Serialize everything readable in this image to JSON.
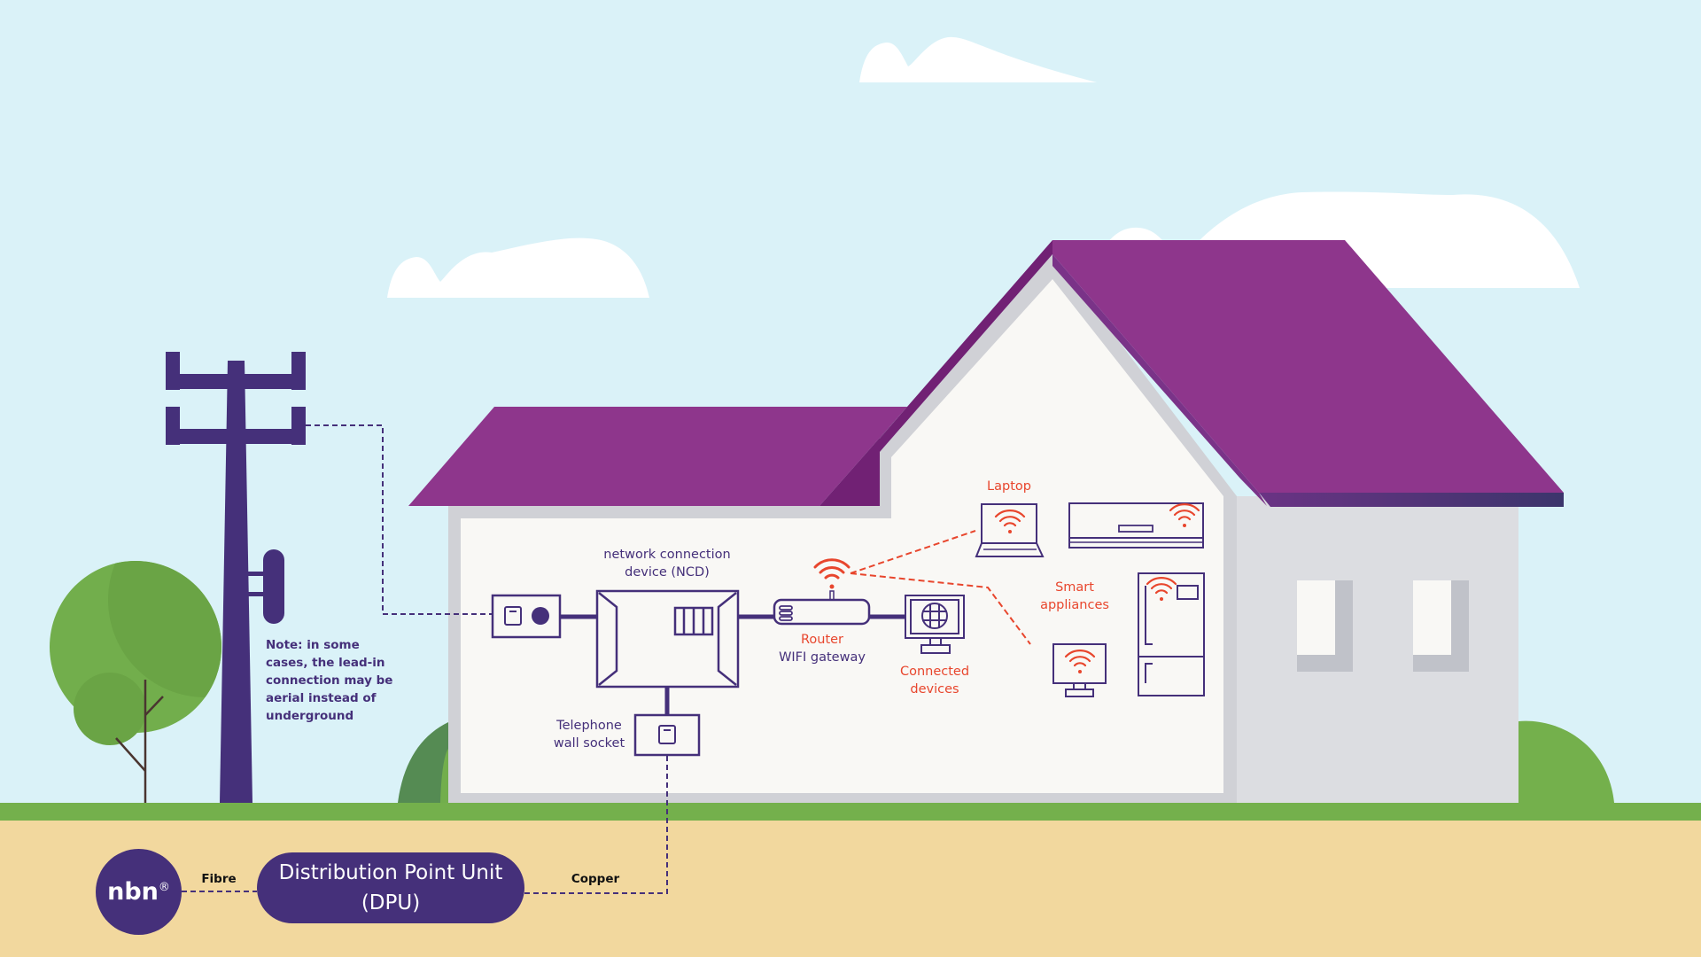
{
  "diagram": {
    "title": "nbn Fibre to the Curb connection diagram",
    "colors": {
      "sky": "#DAF2F8",
      "roof": "#8E368C",
      "roof_dark": "#712174",
      "brand_purple": "#45307A",
      "accent_red": "#E8462D",
      "grass": "#74B04C",
      "sand": "#F2D89E",
      "wall": "#F9F8F5",
      "wall_gray": "#DCDDE1"
    },
    "labels": {
      "note": "Note: in some cases, the lead-in connection may be aerial instead of underground",
      "ncd_line1": "network connection",
      "ncd_line2": "device (NCD)",
      "router_line1": "Router",
      "router_line2": "WIFI gateway",
      "connected_line1": "Connected",
      "connected_line2": "devices",
      "laptop": "Laptop",
      "smart_line1": "Smart",
      "smart_line2": "appliances",
      "socket_line1": "Telephone",
      "socket_line2": "wall socket",
      "fibre": "Fibre",
      "copper": "Copper",
      "dpu_line1": "Distribution Point Unit",
      "dpu_line2": "(DPU)",
      "nbn_logo": "nbn",
      "nbn_reg": "®"
    },
    "icons": [
      "telegraph-pole-icon",
      "connection-box-icon",
      "ncd-icon",
      "router-icon",
      "wifi-icon",
      "monitor-icon",
      "laptop-icon",
      "air-conditioner-icon",
      "fridge-icon",
      "tv-icon",
      "wall-socket-icon",
      "tree-icon",
      "cloud-icon",
      "house-icon"
    ]
  }
}
